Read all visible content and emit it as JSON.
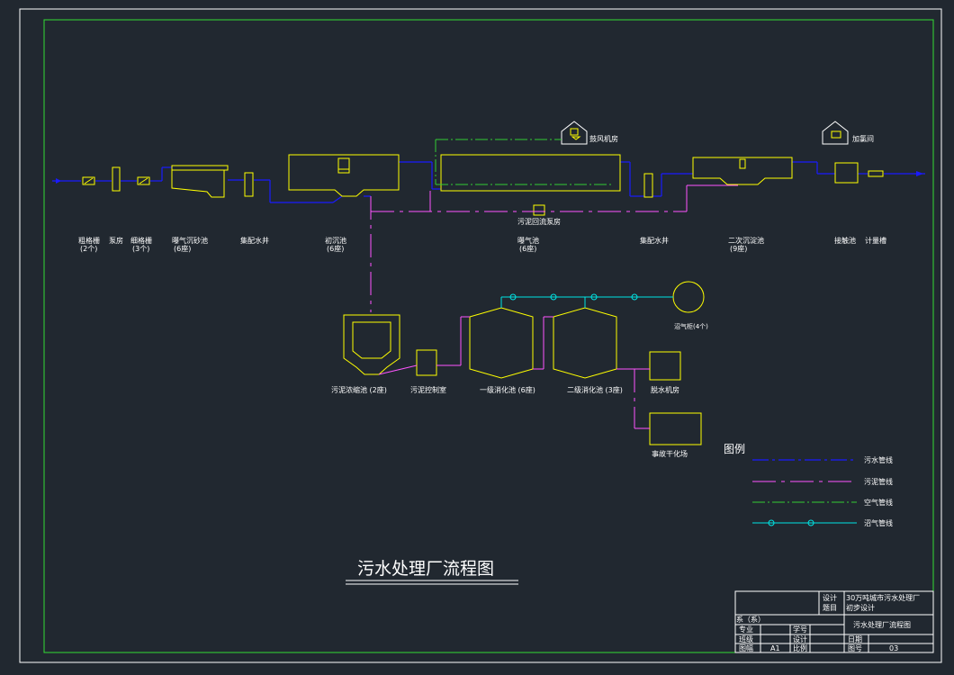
{
  "title": "污水处理厂流程图",
  "legend": {
    "heading": "图例",
    "items": [
      "污水管线",
      "污泥管线",
      "空气管线",
      "沼气管线"
    ]
  },
  "process_labels": {
    "coarse_screen": "粗格栅",
    "coarse_screen_qty": "(2个)",
    "pump_house": "泵房",
    "fine_screen": "细格栅",
    "fine_screen_qty": "(3个)",
    "aerated_grit": "曝气沉砂池",
    "aerated_grit_qty": "(6座)",
    "collection_well_1": "集配水井",
    "primary_clarifier": "初沉池",
    "primary_clarifier_qty": "(6座)",
    "aeration_tank": "曝气池",
    "aeration_tank_qty": "(6座)",
    "collection_well_2": "集配水井",
    "secondary_clarifier": "二次沉淀池",
    "secondary_clarifier_qty": "(9座)",
    "contact_tank": "接触池",
    "meter_channel": "计量槽",
    "blower_house": "鼓风机房",
    "chlorine_house": "加氯间",
    "sludge_return_pump": "污泥回流泵房",
    "sludge_thickener": "污泥浓缩池 (2座)",
    "sludge_control": "污泥控制室",
    "digester_1": "一级消化池 (6座)",
    "digester_2": "二级消化池 (3座)",
    "gas_holder": "沼气柜(4个)",
    "dewatering_house": "脱水机房",
    "emergency_drying": "事故干化场"
  },
  "title_block": {
    "design_topic_label_1": "设计",
    "design_topic_label_2": "题目",
    "design_topic_1": "30万吨城市污水处理厂",
    "design_topic_2": "初步设计",
    "dept": "系（系）",
    "major": "专业",
    "student_id": "学号",
    "drawing_name": "污水处理厂流程图",
    "class_label": "班级",
    "design_label": "设计",
    "date_label": "日期",
    "sheet_size_label": "图幅",
    "sheet_size": "A1",
    "scale_label": "比例",
    "drawing_no_label": "图号",
    "drawing_no": "03"
  }
}
